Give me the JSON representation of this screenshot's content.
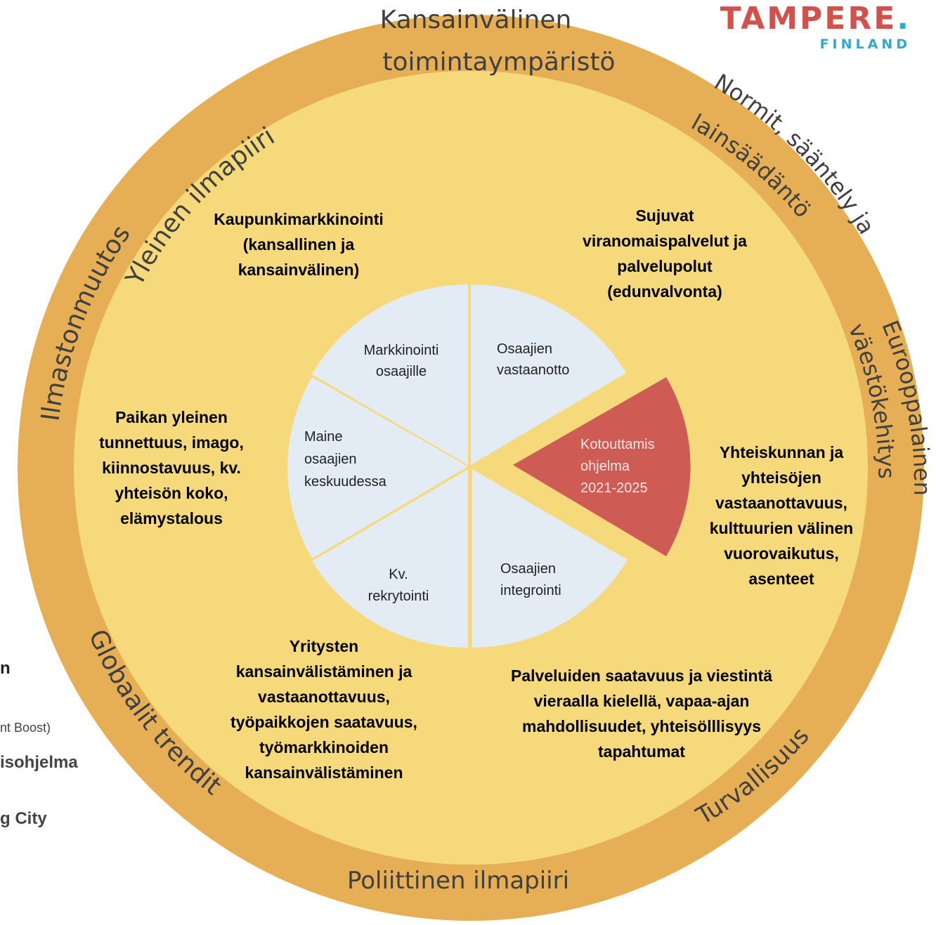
{
  "logo": {
    "main": "TAMPERE",
    "dot": ".",
    "sub": "FINLAND"
  },
  "outer_ring": {
    "top_title_line1": "Kansainvälinen",
    "top_title_line2": "toimintaympäristö",
    "bottom_title": "Poliittinen ilmapiiri",
    "left_top": "Yleinen ilmapiiri",
    "left": "Ilmastonmuutos",
    "left_bottom": "Globaalit trendit",
    "right_top_line1": "Normit, sääntely ja",
    "right_top_line2": "lainsäädäntö",
    "right_line1": "Eurooppalainen",
    "right_line2": "väestökehitys",
    "right_bottom": "Turvallisuus"
  },
  "middle_ring": {
    "top_left": [
      "Kaupunkimarkkinointi",
      "(kansallinen ja",
      "kansainvälinen)"
    ],
    "top_right": [
      "Sujuvat",
      "viranomaispalvelut ja",
      "palvelupolut",
      "(edunvalvonta)"
    ],
    "left": [
      "Paikan yleinen",
      "tunnettuus, imago,",
      "kiinnostavuus, kv.",
      "yhteisön koko,",
      "elämystalous"
    ],
    "right": [
      "Yhteiskunnan ja",
      "yhteisöjen",
      "vastaanottavuus,",
      "kulttuurien välinen",
      "vuorovaikutus,",
      "asenteet"
    ],
    "bottom_left": [
      "Yritysten",
      "kansainvälistäminen ja",
      "vastaanottavuus,",
      "työpaikkojen saatavuus,",
      "työmarkkinoiden",
      "kansainvälistäminen"
    ],
    "bottom_right": [
      "Palveluiden saatavuus ja viestintä",
      "vieraalla kielellä, vapaa-ajan",
      "mahdollisuudet, yhteisölllisyys",
      "tapahtumat"
    ]
  },
  "pie": {
    "top_left": [
      "Markkinointi",
      "osaajille"
    ],
    "top_right": [
      "Osaajien",
      "vastaanotto"
    ],
    "left": [
      "Maine",
      "osaajien",
      "keskuudessa"
    ],
    "bottom_left": [
      "Kv.",
      "rekrytointi"
    ],
    "bottom_right": [
      "Osaajien",
      "integrointi"
    ],
    "highlight": [
      "Kotouttamis",
      "ohjelma",
      "2021-2025"
    ]
  },
  "cut_off_left": {
    "line1": "n",
    "line2": "nt Boost)",
    "line3": "isohjelma",
    "line4": "g City"
  },
  "colors": {
    "outer_ring": "#e6af55",
    "middle_ring": "#f6d97b",
    "slice": "#e3ebf5",
    "highlight": "#ce5b54",
    "ring_text": "#404040",
    "bold_text": "#000000",
    "logo_red": "#d4504b",
    "logo_blue": "#2fa8d8"
  }
}
